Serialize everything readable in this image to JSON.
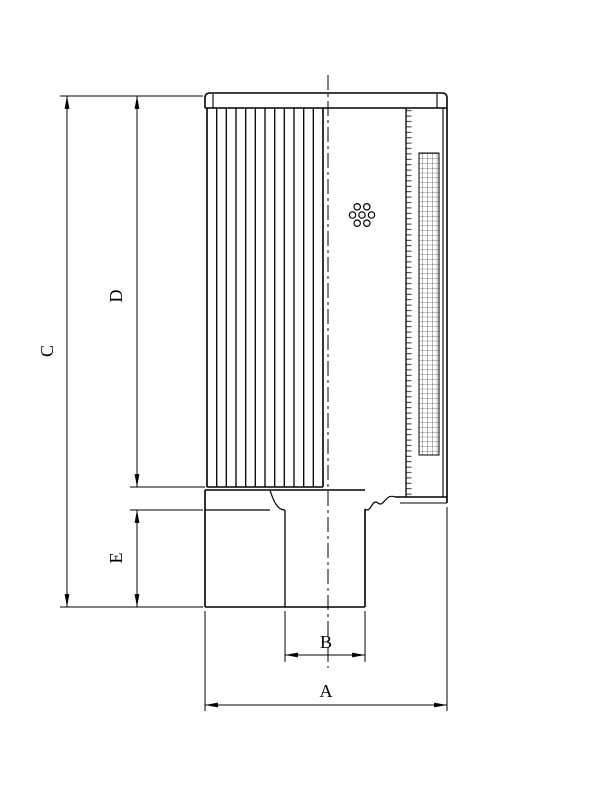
{
  "page": {
    "background": "#ffffff",
    "ink": "#000000"
  },
  "drawing": {
    "dimension_labels": {
      "a": "A",
      "b": "B",
      "c": "C",
      "d": "D",
      "e": "E"
    }
  }
}
